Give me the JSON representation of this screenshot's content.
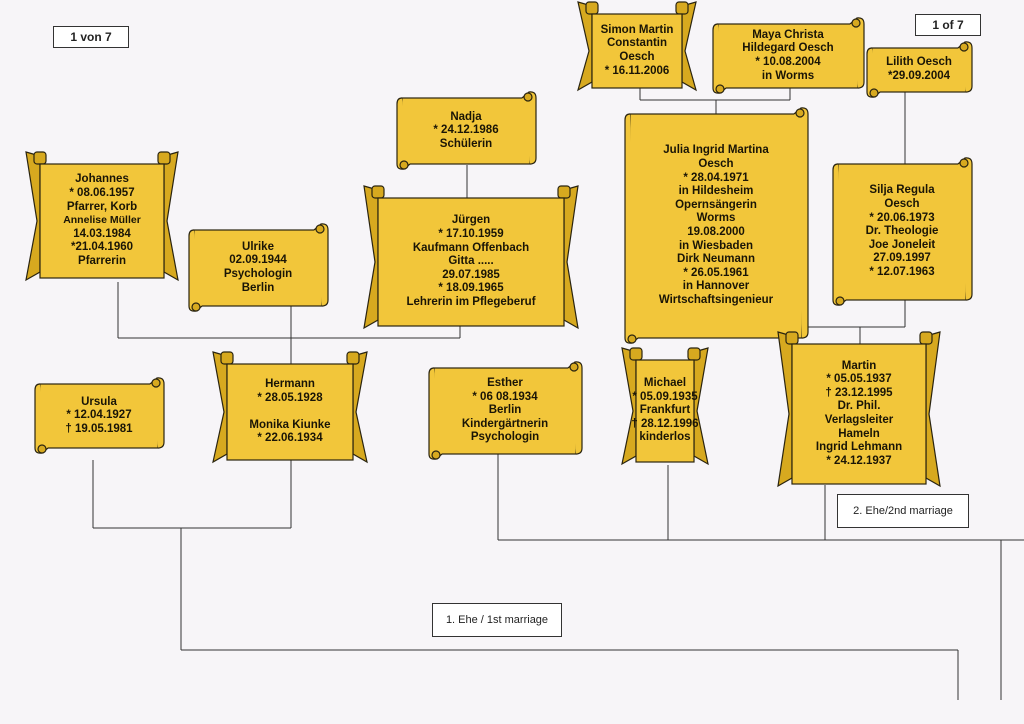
{
  "page_labels": {
    "left": "1 von 7",
    "right": "1 of 7"
  },
  "marriage_labels": {
    "first": "1. Ehe / 1st marriage",
    "second": "2. Ehe/2nd marriage"
  },
  "persons": {
    "simon": [
      "Simon Martin",
      "Constantin",
      "Oesch",
      "* 16.11.2006"
    ],
    "maya": [
      "Maya Christa",
      "Hildegard Oesch",
      "* 10.08.2004",
      "in Worms"
    ],
    "lilith": [
      "Lilith Oesch",
      "*29.09.2004"
    ],
    "nadja": [
      "Nadja",
      "* 24.12.1986",
      "Schülerin"
    ],
    "julia": [
      "Julia Ingrid Martina",
      "Oesch",
      "* 28.04.1971",
      "in Hildesheim",
      "Opernsängerin",
      "Worms",
      "19.08.2000",
      "in Wiesbaden",
      "Dirk Neumann",
      "* 26.05.1961",
      "in Hannover",
      "Wirtschaftsingenieur"
    ],
    "johannes": [
      "Johannes",
      "* 08.06.1957",
      "Pfarrer, Korb",
      "Annelise Müller",
      "14.03.1984",
      "*21.04.1960",
      "Pfarrerin"
    ],
    "juergen": [
      "Jürgen",
      "* 17.10.1959",
      "Kaufmann Offenbach",
      "Gitta .....",
      "29.07.1985",
      "* 18.09.1965",
      "Lehrerin im Pflegeberuf"
    ],
    "silja": [
      "Silja Regula",
      "Oesch",
      "* 20.06.1973",
      "Dr. Theologie",
      "Joe Joneleit",
      "27.09.1997",
      "* 12.07.1963"
    ],
    "ulrike": [
      "Ulrike",
      "02.09.1944",
      "Psychologin",
      "Berlin"
    ],
    "hermann": [
      "Hermann",
      "* 28.05.1928",
      "",
      "Monika Kiunke",
      "* 22.06.1934"
    ],
    "ursula": [
      "Ursula",
      "* 12.04.1927",
      "† 19.05.1981"
    ],
    "esther": [
      "Esther",
      "* 06 08.1934",
      "Berlin",
      "Kindergärtnerin",
      "Psychologin"
    ],
    "michael": [
      "Michael",
      "* 05.09.1935",
      "Frankfurt",
      "† 28.12.1996",
      "kinderlos"
    ],
    "martin": [
      "Martin",
      "* 05.05.1937",
      "† 23.12.1995",
      "Dr. Phil.",
      "Verlagsleiter",
      "Hameln",
      "Ingrid Lehmann",
      "* 24.12.1937"
    ]
  },
  "colors": {
    "scroll": "#f2c63a",
    "scroll_shadow": "#d7a91f",
    "outline": "#2a2410",
    "line": "#333333",
    "background": "#f7f5f8"
  }
}
